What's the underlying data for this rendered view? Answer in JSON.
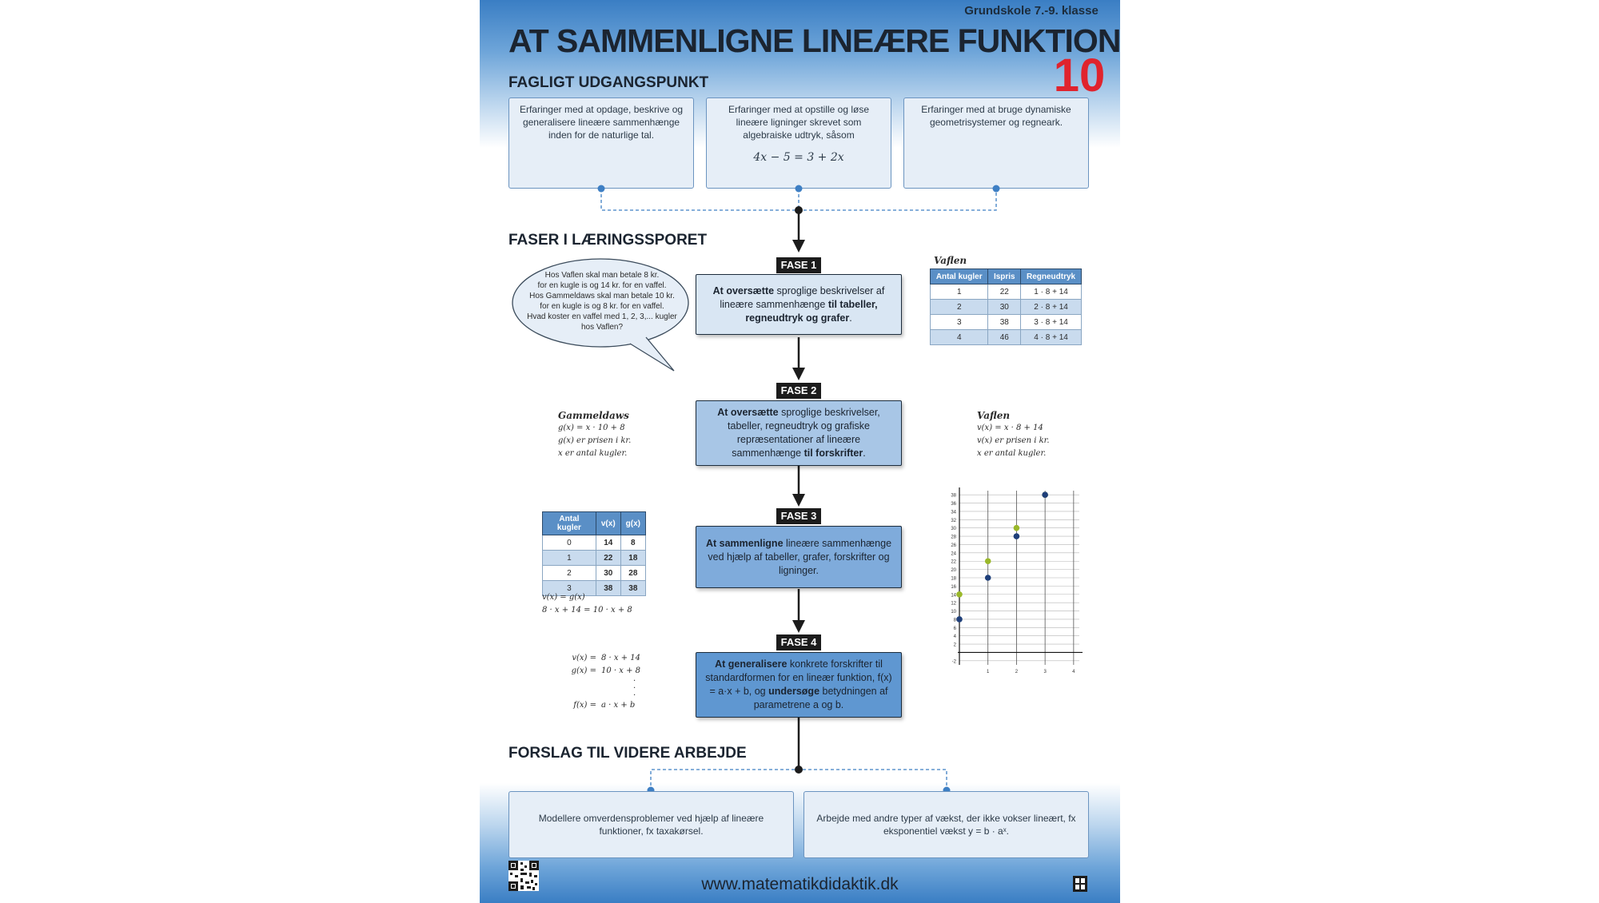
{
  "header": {
    "grade_label": "Grundskole 7.-9. klasse",
    "title": "AT SAMMENLIGNE LINEÆRE FUNKTIONER",
    "number": "10"
  },
  "sections": {
    "starting_point": "FAGLIGT UDGANGSPUNKT",
    "phases": "FASER I LÆRINGSSPORET",
    "further_work": "FORSLAG TIL VIDERE ARBEJDE"
  },
  "starting_boxes": [
    {
      "text": "Erfaringer med at opdage, beskrive og generalisere lineære sammenhænge inden for de naturlige tal."
    },
    {
      "text": "Erfaringer med at opstille og løse lineære ligninger skrevet som algebraiske udtryk, såsom",
      "formula": "4x − 5 = 3 + 2x"
    },
    {
      "text": "Erfaringer med at bruge dynamiske geometrisystemer og regneark."
    }
  ],
  "phases": [
    {
      "tag": "FASE 1",
      "bold1": "At oversætte",
      "text1": " sproglige beskrivelser af lineære sammenhænge ",
      "bold2": "til tabeller, regneudtryk og grafer",
      "text2": "."
    },
    {
      "tag": "FASE 2",
      "bold1": "At oversætte",
      "text1": " sproglige beskrivelser, tabeller, regneudtryk og grafiske repræsentationer af lineære sammenhænge ",
      "bold2": "til forskrifter",
      "text2": "."
    },
    {
      "tag": "FASE 3",
      "bold1": "At sammenligne",
      "text1": " lineære sammenhænge ved hjælp af tabeller, grafer, forskrifter og ligninger.",
      "bold2": "",
      "text2": ""
    },
    {
      "tag": "FASE 4",
      "bold1": "At generalisere",
      "text1": " konkrete forskrifter til standardformen for en lineær funktion, f(x) = a·x + b, og ",
      "bold2": "undersøge",
      "text2": " betydningen af parametrene a og b."
    }
  ],
  "speech_bubble": {
    "lines": [
      "Hos Vaflen skal man betale 8 kr.",
      "for en kugle is og 14 kr. for en vaffel.",
      "Hos Gammeldaws skal man betale 10 kr.",
      "for en kugle is og 8 kr. for en vaffel.",
      "Hvad koster en vaffel med 1, 2, 3,... kugler",
      "hos Vaflen?"
    ]
  },
  "vaflen_table": {
    "caption": "Vaflen",
    "headers": [
      "Antal kugler",
      "Ispris",
      "Regneudtryk"
    ],
    "rows": [
      [
        "1",
        "22",
        "1 · 8 + 14"
      ],
      [
        "2",
        "30",
        "2 · 8 + 14"
      ],
      [
        "3",
        "38",
        "3 · 8 + 14"
      ],
      [
        "4",
        "46",
        "4 · 8 + 14"
      ]
    ]
  },
  "gammeldaws_note": {
    "title": "Gammeldaws",
    "lines": [
      "g(x) = x · 10 + 8",
      "g(x) er prisen i kr.",
      "x er antal kugler."
    ]
  },
  "vaflen_note": {
    "title": "Vaflen",
    "lines": [
      "v(x) = x · 8 + 14",
      "v(x) er prisen i kr.",
      "x er antal kugler."
    ]
  },
  "compare_table": {
    "headers": [
      "Antal kugler",
      "v(x)",
      "g(x)"
    ],
    "rows": [
      [
        "0",
        "14",
        "8"
      ],
      [
        "1",
        "22",
        "18"
      ],
      [
        "2",
        "30",
        "28"
      ],
      [
        "3",
        "38",
        "38"
      ]
    ],
    "equations": [
      "v(x) = g(x)",
      "8 · x + 14 = 10 · x + 8"
    ]
  },
  "general_form": {
    "lines": [
      {
        "lhs": "v(x) =",
        "rhs": "8 · x + 14"
      },
      {
        "lhs": "g(x) =",
        "rhs": "10 · x + 8"
      },
      {
        "lhs": "",
        "rhs": "·"
      },
      {
        "lhs": "",
        "rhs": "·"
      },
      {
        "lhs": "",
        "rhs": "·"
      },
      {
        "lhs": "f(x) =",
        "rhs": "a · x + b"
      }
    ]
  },
  "graph": {
    "y_ticks": [
      "38",
      "36",
      "34",
      "32",
      "30",
      "28",
      "26",
      "24",
      "22",
      "20",
      "18",
      "16",
      "14",
      "12",
      "10",
      "8",
      "6",
      "4",
      "2",
      "-2"
    ],
    "x_ticks": [
      "1",
      "2",
      "3",
      "4"
    ],
    "points_v": [
      [
        0,
        14
      ],
      [
        1,
        22
      ],
      [
        2,
        30
      ],
      [
        3,
        38
      ]
    ],
    "points_g": [
      [
        0,
        8
      ],
      [
        1,
        18
      ],
      [
        2,
        28
      ],
      [
        3,
        38
      ]
    ],
    "colors": {
      "v": "#9ab82a",
      "g": "#1f3f7a"
    }
  },
  "further_boxes": [
    {
      "text": "Modellere omverdensproblemer ved hjælp af lineære funktioner, fx taxakørsel."
    },
    {
      "text": "Arbejde med andre typer af vækst, der ikke vokser lineært, fx eksponentiel vækst y = b · aˣ."
    }
  ],
  "footer": {
    "url": "www.matematikdidaktik.dk"
  },
  "colors": {
    "phase1": "#d9e6f3",
    "phase2": "#a8c6e6",
    "phase3": "#7fabdb",
    "phase4": "#5f97d1",
    "accent": "#e0232d",
    "connector": "#3e7fc4"
  }
}
